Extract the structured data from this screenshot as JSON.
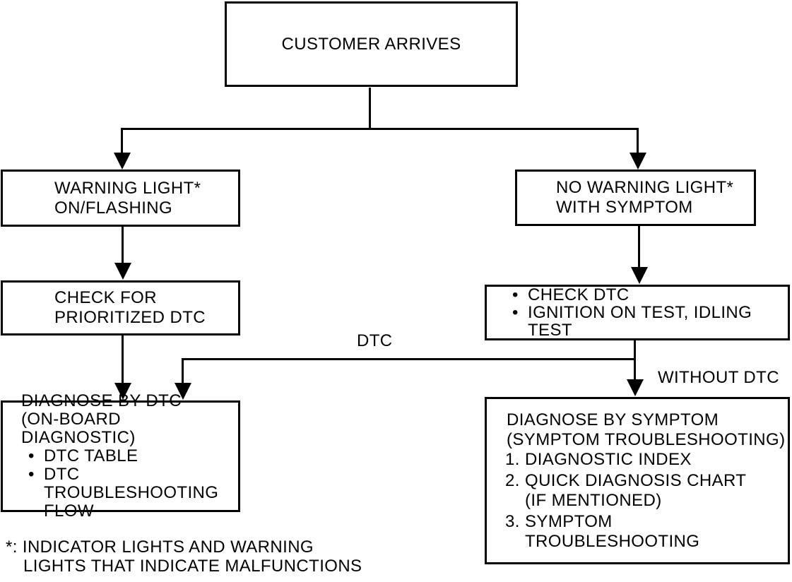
{
  "diagram": {
    "title_hint": "Customer arrival diagnostic flowchart",
    "colors": {
      "ink": "#000000",
      "background": "#ffffff"
    },
    "bullet_char": "•",
    "nodes": {
      "customer_arrives": {
        "text": "CUSTOMER ARRIVES"
      },
      "warning_light": {
        "lines": [
          "WARNING LIGHT*",
          "ON/FLASHING"
        ]
      },
      "no_warning_light": {
        "lines": [
          "NO WARNING LIGHT*",
          "WITH SYMPTOM"
        ]
      },
      "check_prioritized_dtc": {
        "lines": [
          "CHECK FOR",
          "PRIORITIZED DTC"
        ]
      },
      "check_dtc_tests": {
        "bullets": [
          {
            "lines": [
              "CHECK DTC"
            ]
          },
          {
            "lines": [
              "IGNITION ON TEST, IDLING",
              "TEST"
            ]
          }
        ]
      },
      "diagnose_by_dtc": {
        "title_lines": [
          "DIAGNOSE BY DTC",
          "(ON-BOARD DIAGNOSTIC)"
        ],
        "bullets": [
          {
            "lines": [
              "DTC TABLE"
            ]
          },
          {
            "lines": [
              "DTC",
              "TROUBLESHOOTING",
              "FLOW"
            ]
          }
        ]
      },
      "diagnose_by_symptom": {
        "title_lines": [
          "DIAGNOSE BY SYMPTOM",
          "(SYMPTOM TROUBLESHOOTING)"
        ],
        "items": [
          {
            "num": "1.",
            "lines": [
              "DIAGNOSTIC INDEX"
            ]
          },
          {
            "num": "2.",
            "lines": [
              "QUICK DIAGNOSIS CHART",
              "(IF MENTIONED)"
            ]
          },
          {
            "num": "3.",
            "lines": [
              "SYMPTOM",
              "TROUBLESHOOTING"
            ]
          }
        ]
      }
    },
    "edge_labels": {
      "dtc": "DTC",
      "without_dtc": "WITHOUT DTC"
    },
    "footnote": {
      "lines": [
        "*: INDICATOR LIGHTS AND WARNING",
        "LIGHTS THAT INDICATE MALFUNCTIONS"
      ]
    }
  }
}
